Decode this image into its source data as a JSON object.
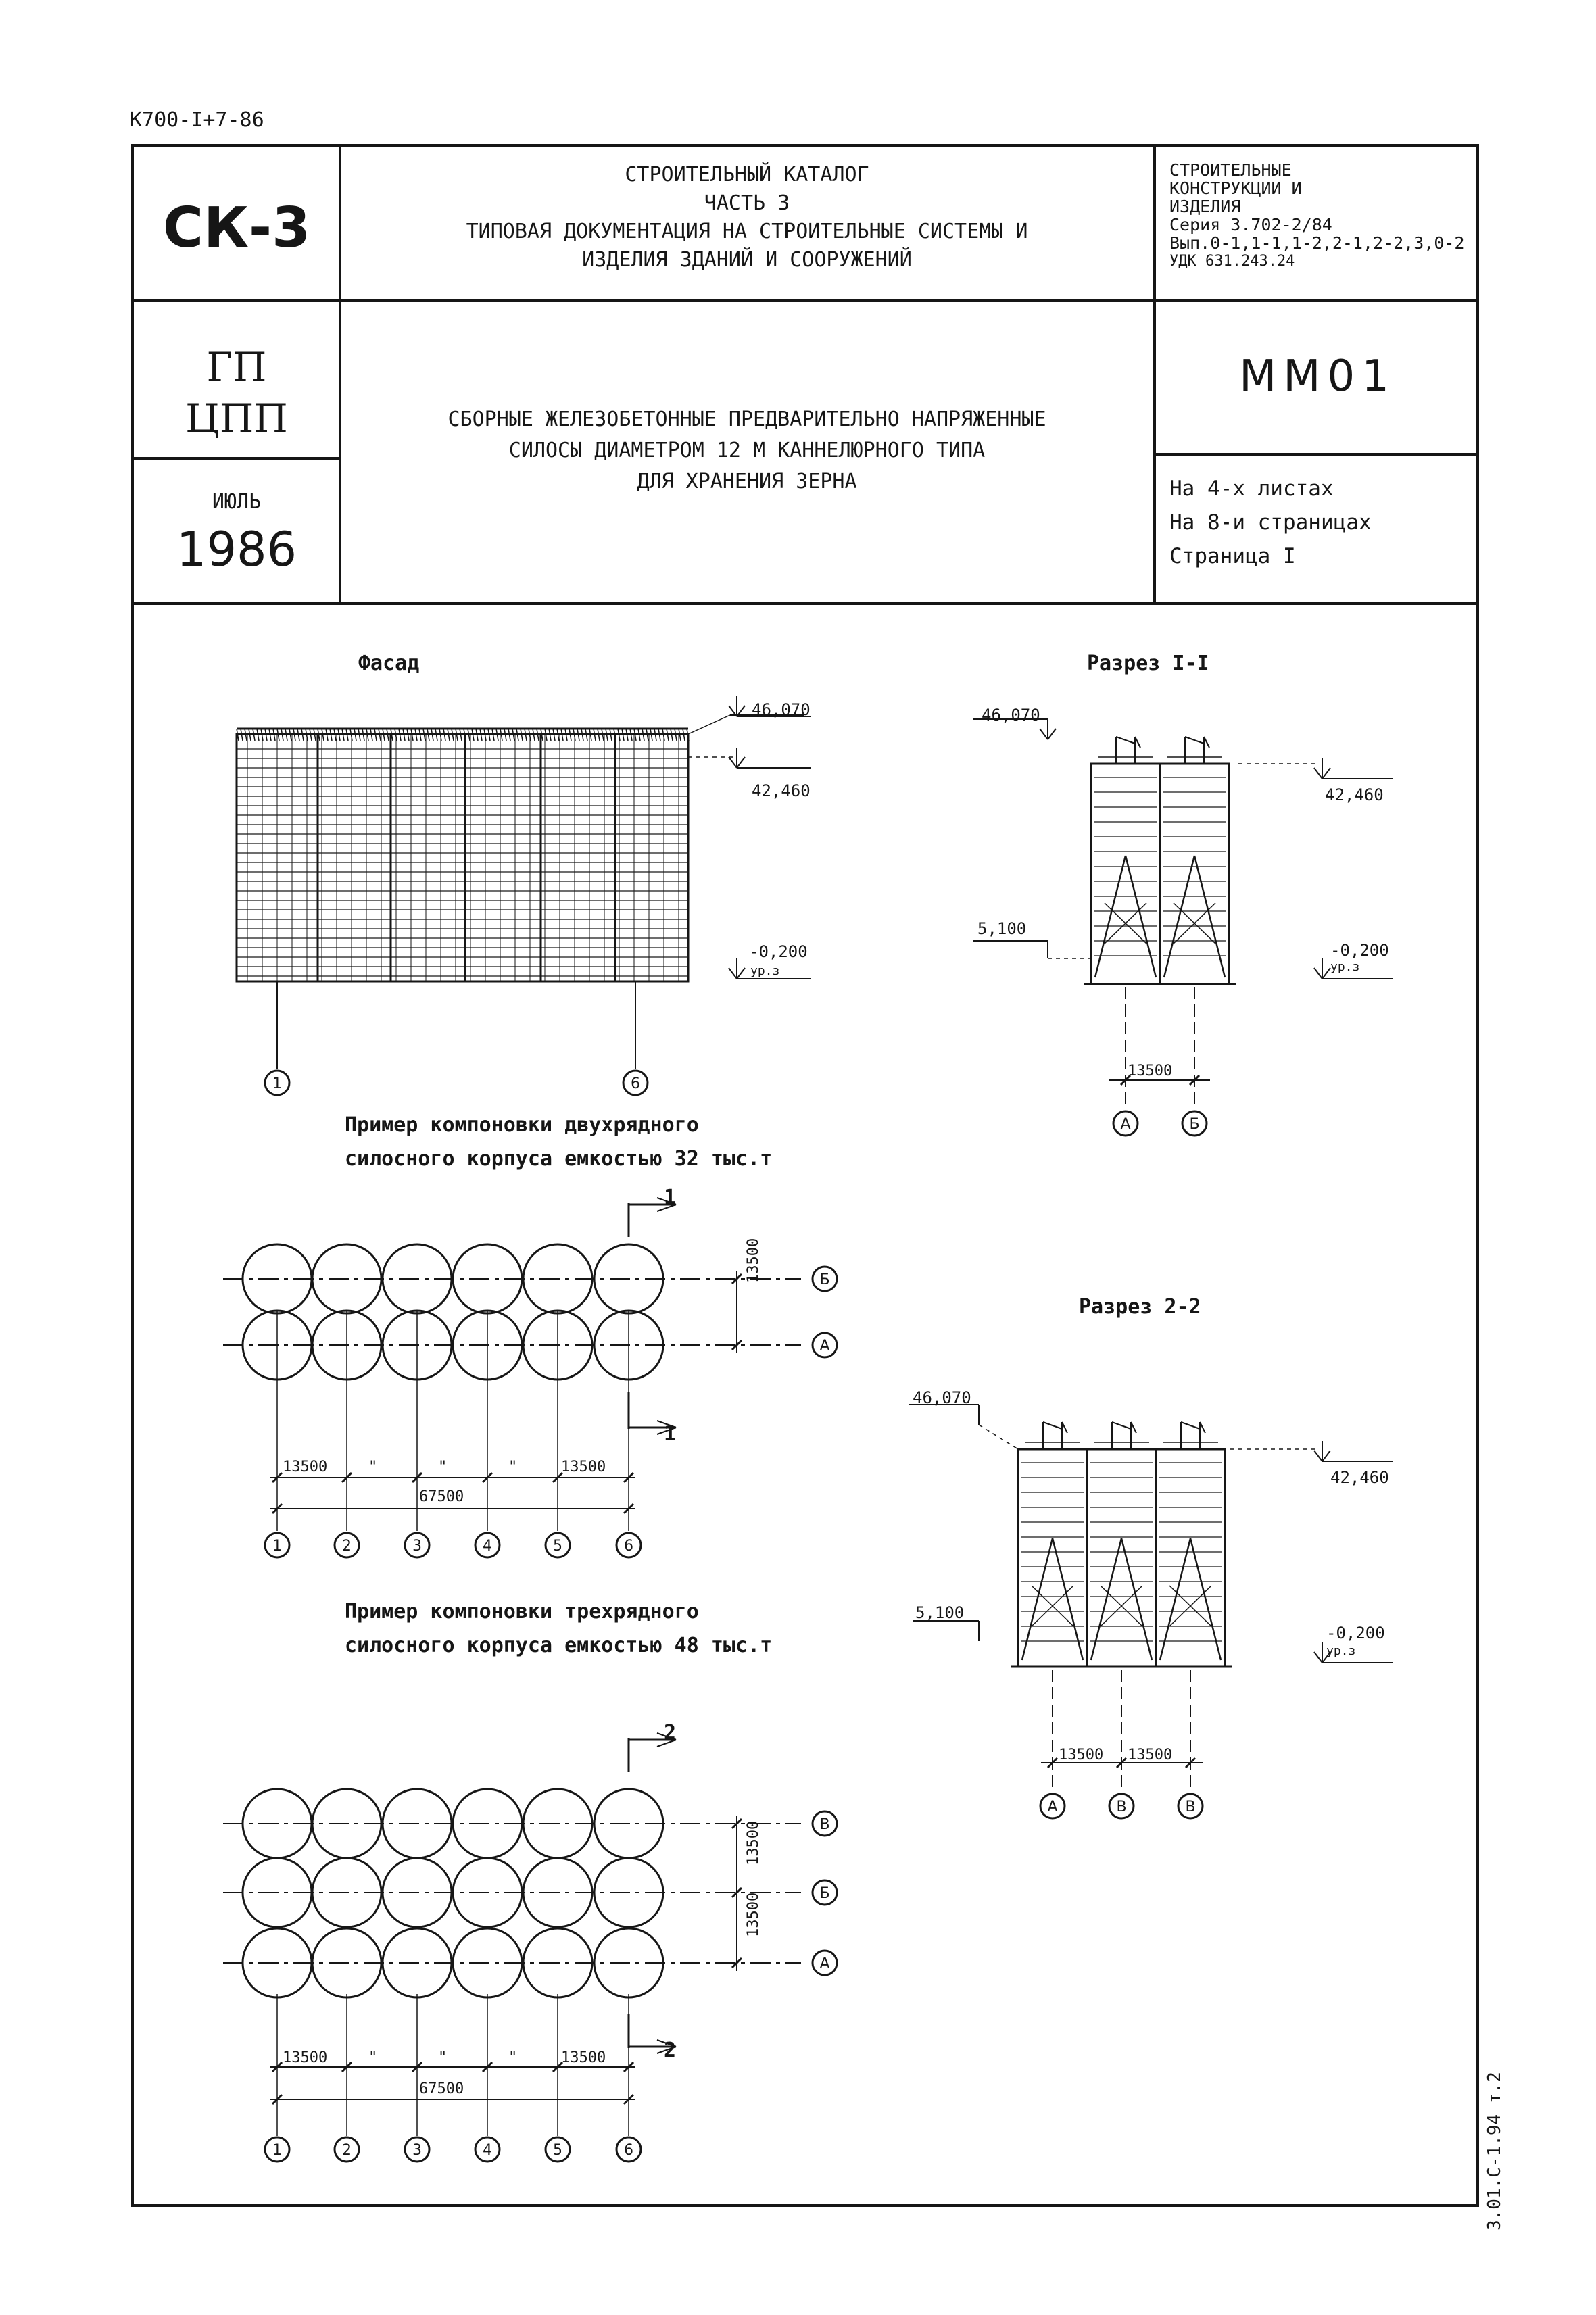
{
  "header_code": "К700-I+7-86",
  "stamp": {
    "catalog_code": "СК-3",
    "catalog_title": [
      "СТРОИТЕЛЬНЫЙ КАТАЛОГ",
      "ЧАСТЬ 3",
      "ТИПОВАЯ ДОКУМЕНТАЦИЯ НА СТРОИТЕЛЬНЫЕ СИСТЕМЫ И",
      "ИЗДЕЛИЯ ЗДАНИЙ И СООРУЖЕНИЙ"
    ],
    "section": [
      "СТРОИТЕЛЬНЫЕ",
      "КОНСТРУКЦИИ И",
      "ИЗДЕЛИЯ",
      "Серия 3.702-2/84",
      "Вып.0-1,1-1,1-2,2-1,2-2,3,0-2",
      "УДК 631.243.24"
    ],
    "org": [
      "ГП",
      "ЦПП"
    ],
    "month": "ИЮЛЬ",
    "year": "1986",
    "doc_title": [
      "СБОРНЫЕ ЖЕЛЕЗОБЕТОННЫЕ ПРЕДВАРИТЕЛЬНО НАПРЯЖЕННЫЕ",
      "СИЛОСЫ ДИАМЕТРОМ 12 М КАННЕЛЮРНОГО ТИПА",
      "ДЛЯ ХРАНЕНИЯ ЗЕРНА"
    ],
    "doc_code": "ММ01",
    "sheets": [
      "На 4-х листах",
      "На 8-и страницах",
      "Страница I"
    ]
  },
  "drawing": {
    "facade_title": "Фасад",
    "section1_title": "Разрез I-I",
    "section2_title": "Разрез 2-2",
    "elevations": {
      "top": "46,070",
      "roof": "42,460",
      "floor": "-0,200",
      "level_mark": "ур.з",
      "gallery": "5,100"
    },
    "spacing": "13500",
    "total": "67500",
    "ditto": "\"",
    "cut1": "1",
    "cut2": "2",
    "axes_num": [
      "1",
      "2",
      "3",
      "4",
      "5",
      "6"
    ],
    "axes_let": [
      "А",
      "Б",
      "В"
    ],
    "plan1_caption": [
      "Пример компоновки двухрядного",
      "силосного корпуса емкостью 32 тыс.т"
    ],
    "plan2_caption": [
      "Пример компоновки трехрядного",
      "силосного корпуса емкостью 48 тыс.т"
    ]
  },
  "side_code": "3.01.С-1.94 т.2"
}
